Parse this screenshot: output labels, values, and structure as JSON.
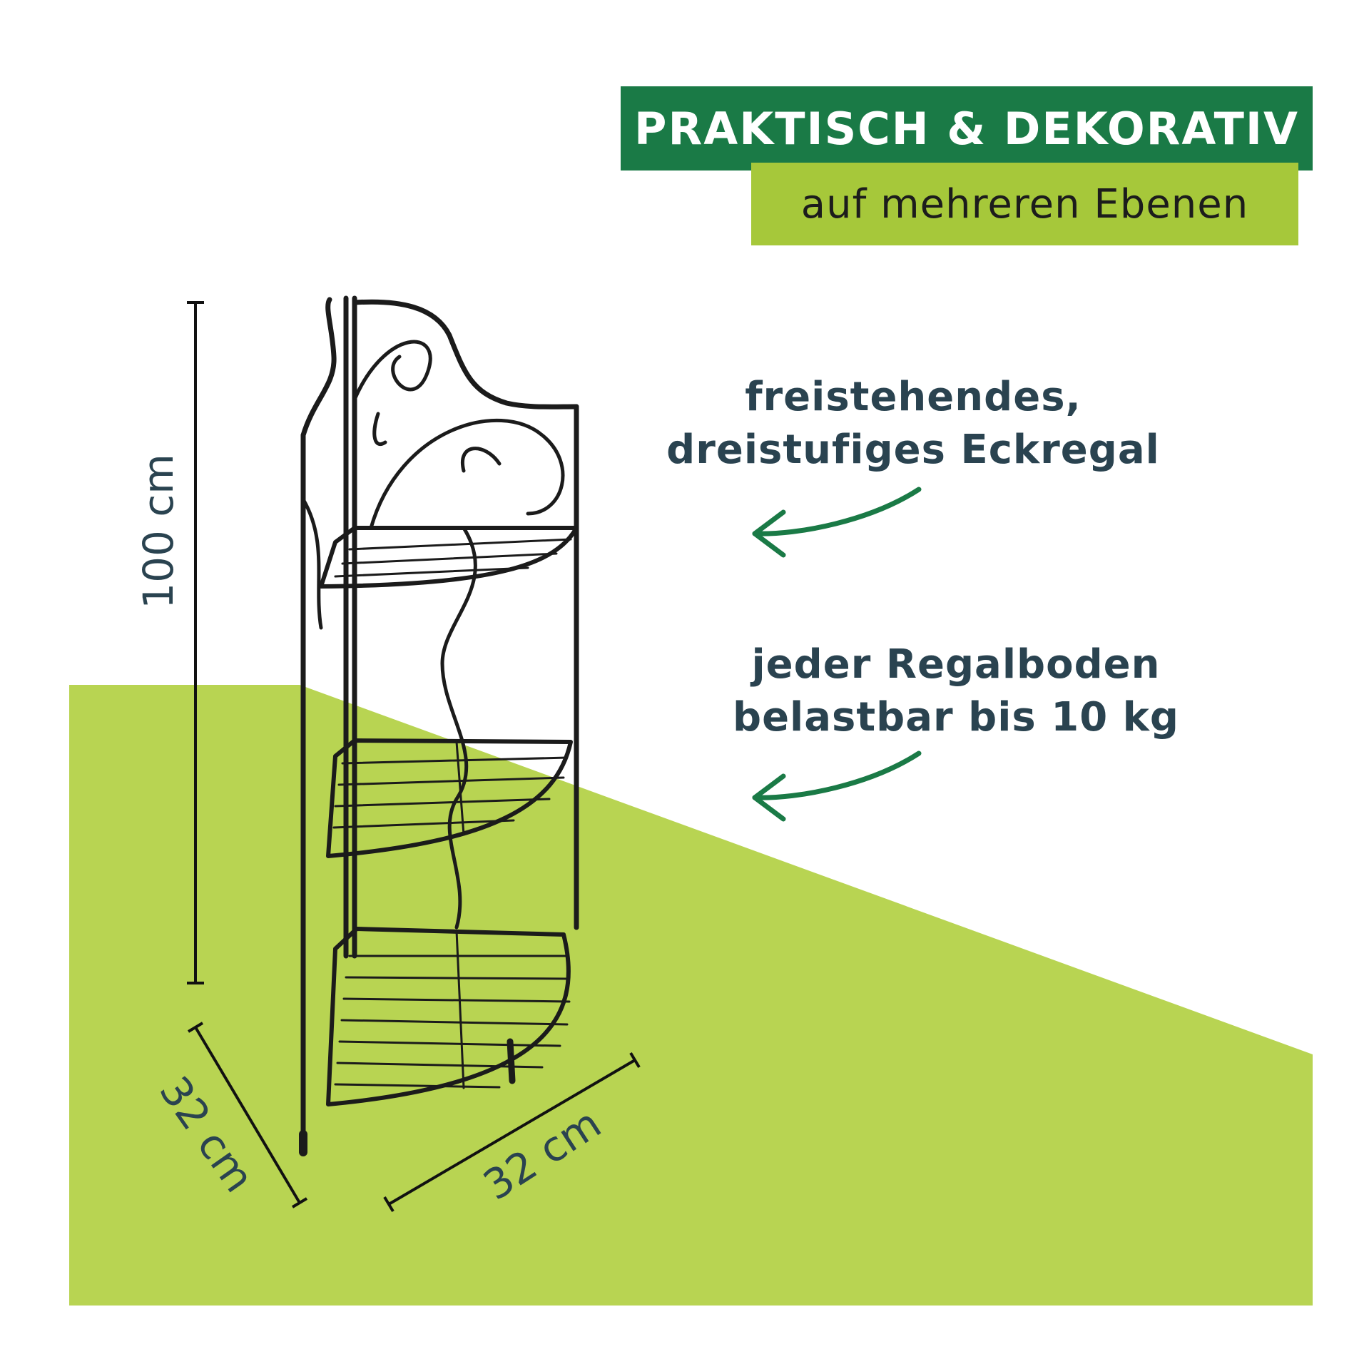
{
  "banner": {
    "headline": "PRAKTISCH & DEKORATIV",
    "subline": "auf mehreren Ebenen"
  },
  "features": [
    {
      "line1": "freistehendes,",
      "line2": "dreistufiges Eckregal"
    },
    {
      "line1": "jeder Regalboden",
      "line2": "belastbar bis 10 kg"
    }
  ],
  "dimensions": {
    "height": "100 cm",
    "depth": "32 cm",
    "width": "32 cm"
  },
  "colors": {
    "banner_dark": "#1a7a46",
    "banner_light": "#a6c83a",
    "floor_green": "#b8d452",
    "text_dark": "#2a4350",
    "arrow_green": "#1a7a46",
    "shelf_black": "#1b1b1b"
  },
  "icons": [
    "arrow-left-icon",
    "corner-shelf-image"
  ]
}
